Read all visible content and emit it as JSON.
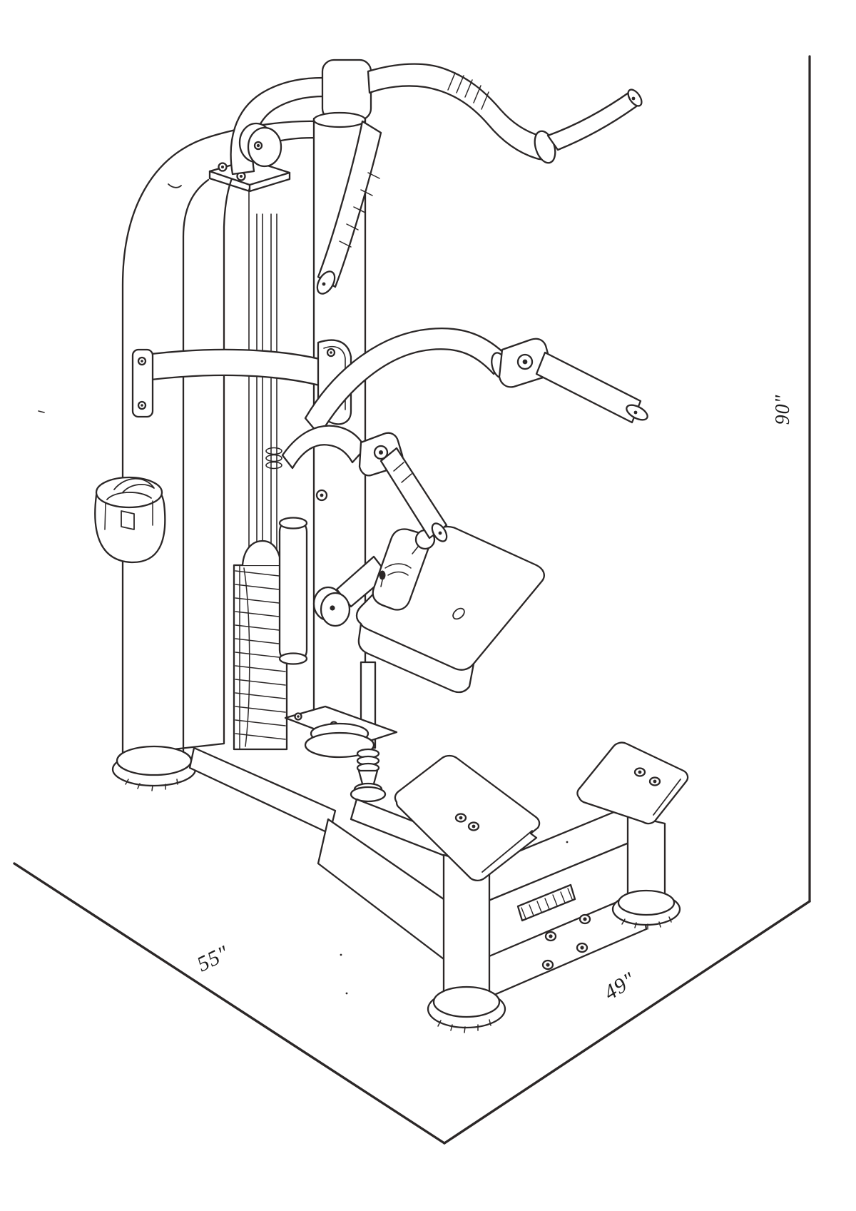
{
  "figure": {
    "kind": "isometric technical line drawing",
    "subject": "assisted chin dip weight machine with footprint and height dimensions"
  },
  "dimensions": {
    "height": "90\"",
    "footprint_left": "55\"",
    "footprint_right": "49\""
  },
  "colors": {
    "line": "#2b2727",
    "background": "#ffffff",
    "label_text": "#1c1c1c"
  }
}
